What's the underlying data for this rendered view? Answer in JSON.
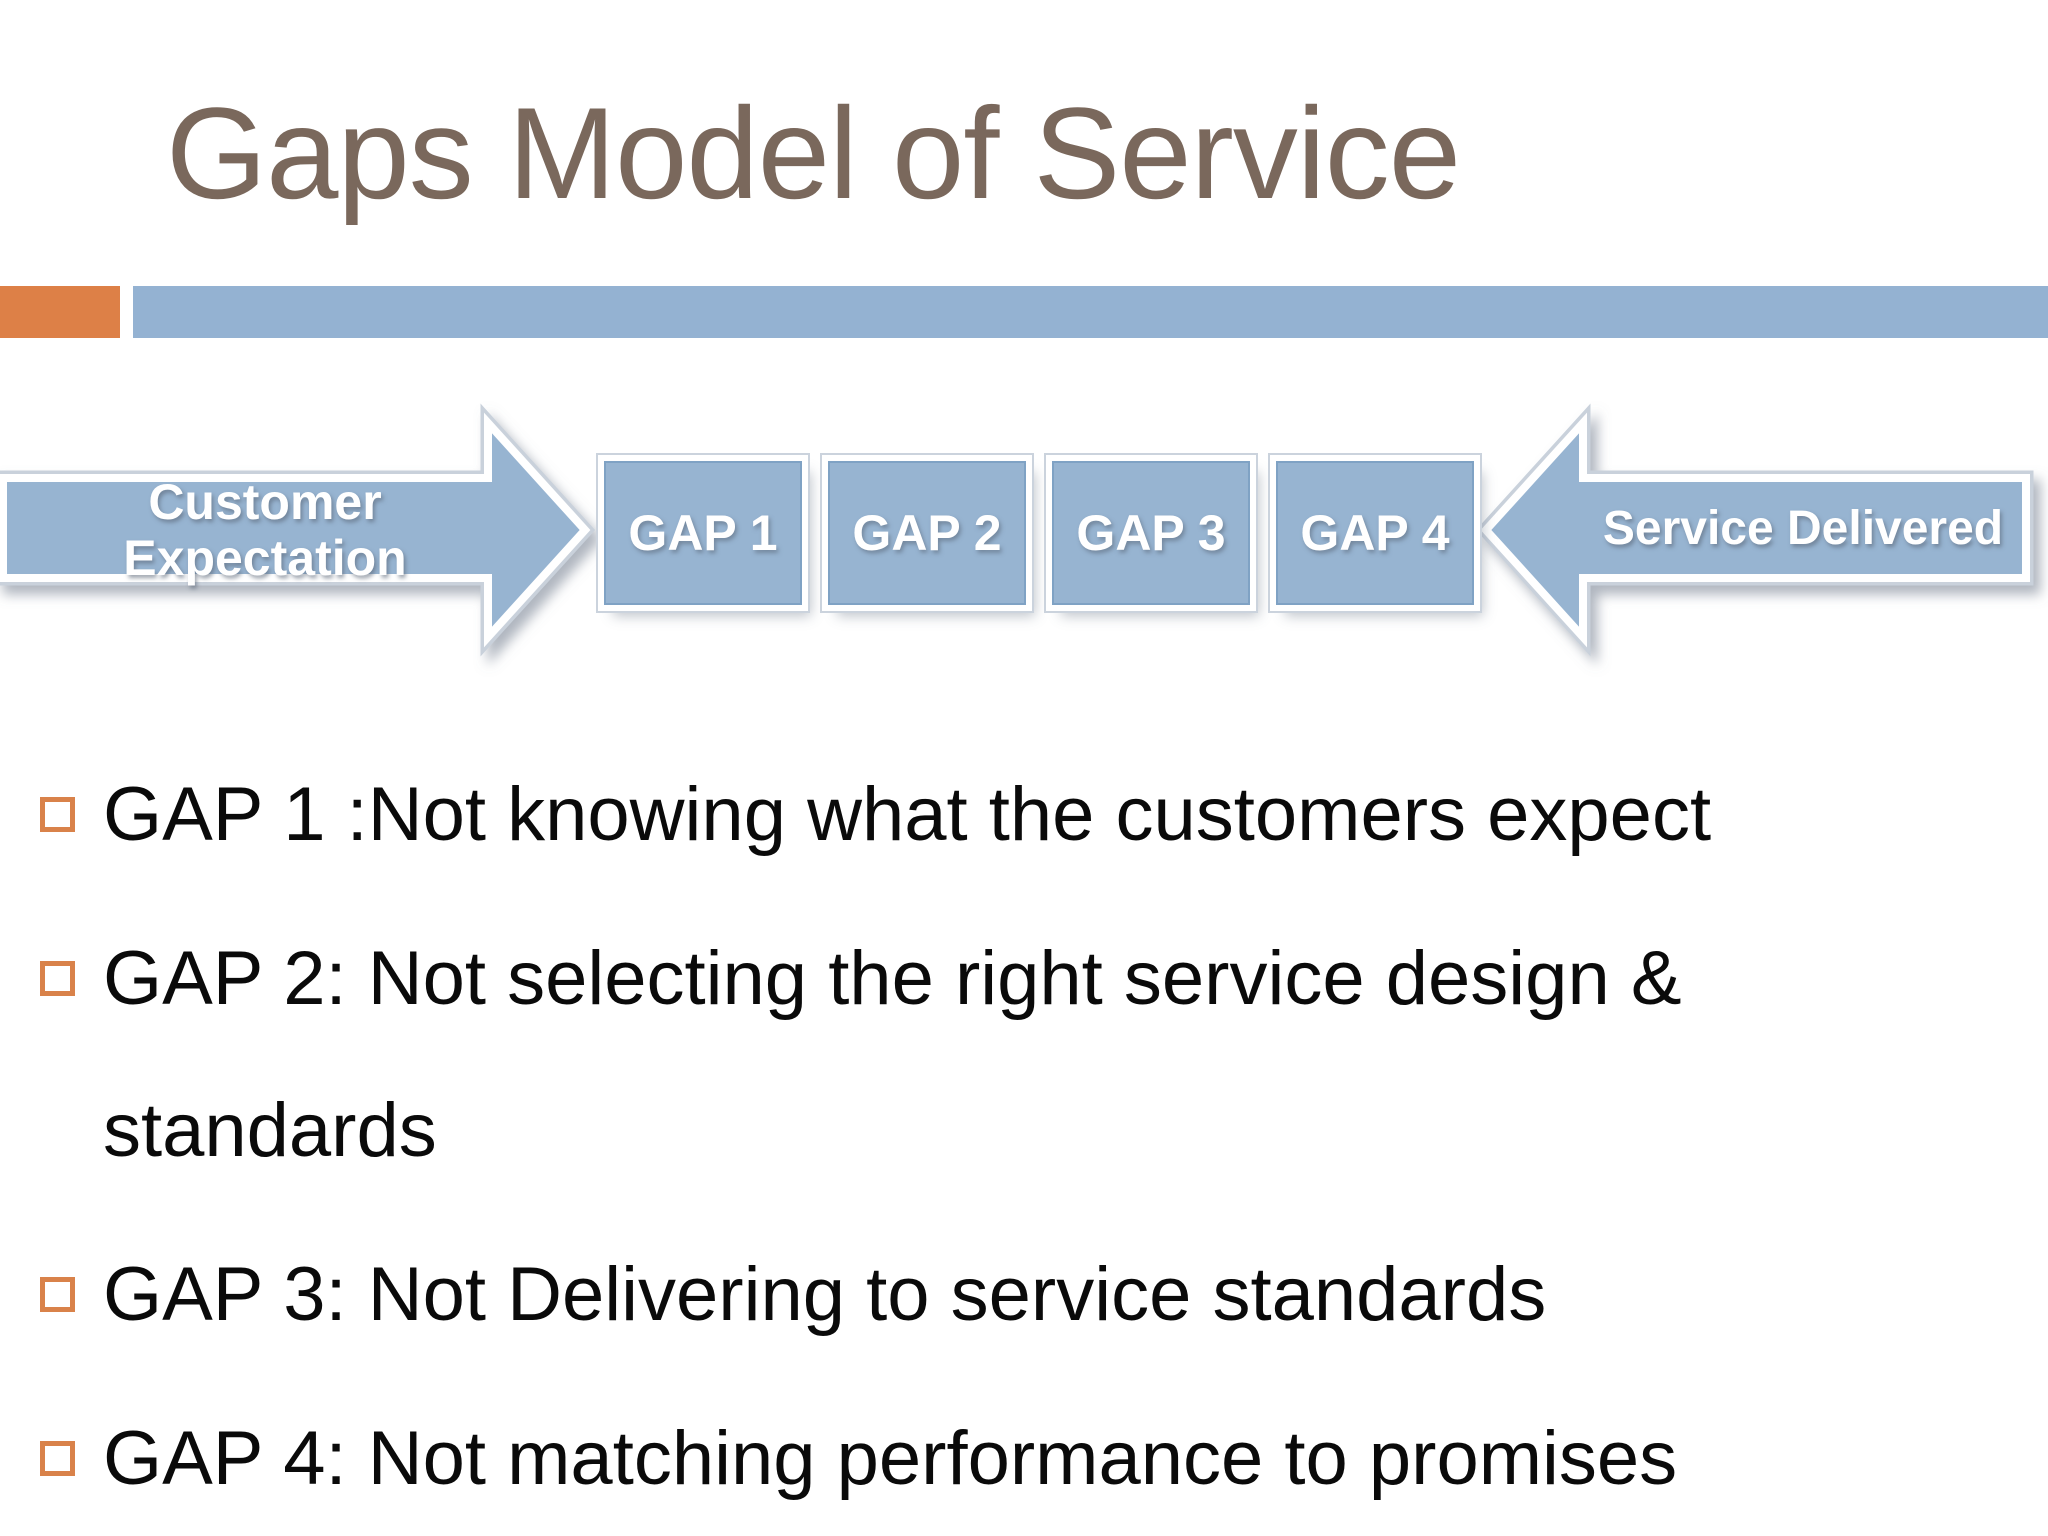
{
  "slide": {
    "title": "Gaps Model of Service",
    "theme": {
      "title_brown": "#7A685C",
      "accent_orange": "#DD8047",
      "band_blue": "#94B2D2",
      "shape_blue": "#97B4D1",
      "bullet_marker_orange": "#D9824A"
    }
  },
  "diagram": {
    "left_arrow_label": "Customer\nExpectation",
    "gap_boxes": [
      "GAP 1",
      "GAP 2",
      "GAP 3",
      "GAP 4"
    ],
    "right_arrow_label": "Service Delivered"
  },
  "bullets": [
    "GAP 1 :Not knowing what the customers expect",
    "GAP 2: Not selecting the right service design &\nstandards",
    "GAP 3: Not Delivering to service standards",
    "GAP 4: Not matching performance to promises"
  ]
}
